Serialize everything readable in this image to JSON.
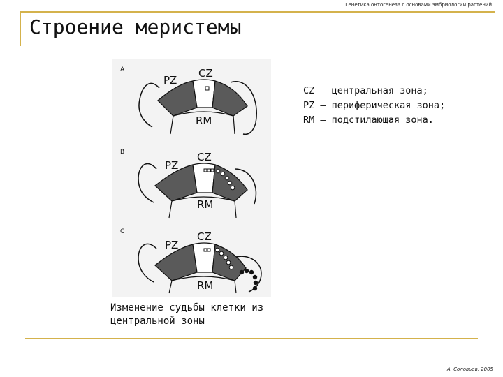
{
  "header": {
    "caption": "Генетика онтогенеза с основами эмбриологии растений"
  },
  "slide": {
    "title": "Строение меристемы"
  },
  "figure": {
    "panels": [
      {
        "letter": "A",
        "pz": "PZ",
        "cz": "CZ",
        "rm": "RM"
      },
      {
        "letter": "B",
        "pz": "PZ",
        "cz": "CZ",
        "rm": "RM"
      },
      {
        "letter": "C",
        "pz": "PZ",
        "cz": "CZ",
        "rm": "RM"
      }
    ]
  },
  "legend": {
    "lines": [
      "CZ – центральная зона;",
      "PZ – периферическая зона;",
      "RM – подстилающая зона."
    ]
  },
  "caption": {
    "lines": [
      "Изменение судьбы клетки из",
      "центральной зоны"
    ]
  },
  "footer": {
    "author": "А. Соловьев, 2005"
  },
  "colors": {
    "accent_line": "#d4b24c",
    "zone_fill": "#5a5a5a",
    "figure_bg": "#f3f3f3"
  }
}
